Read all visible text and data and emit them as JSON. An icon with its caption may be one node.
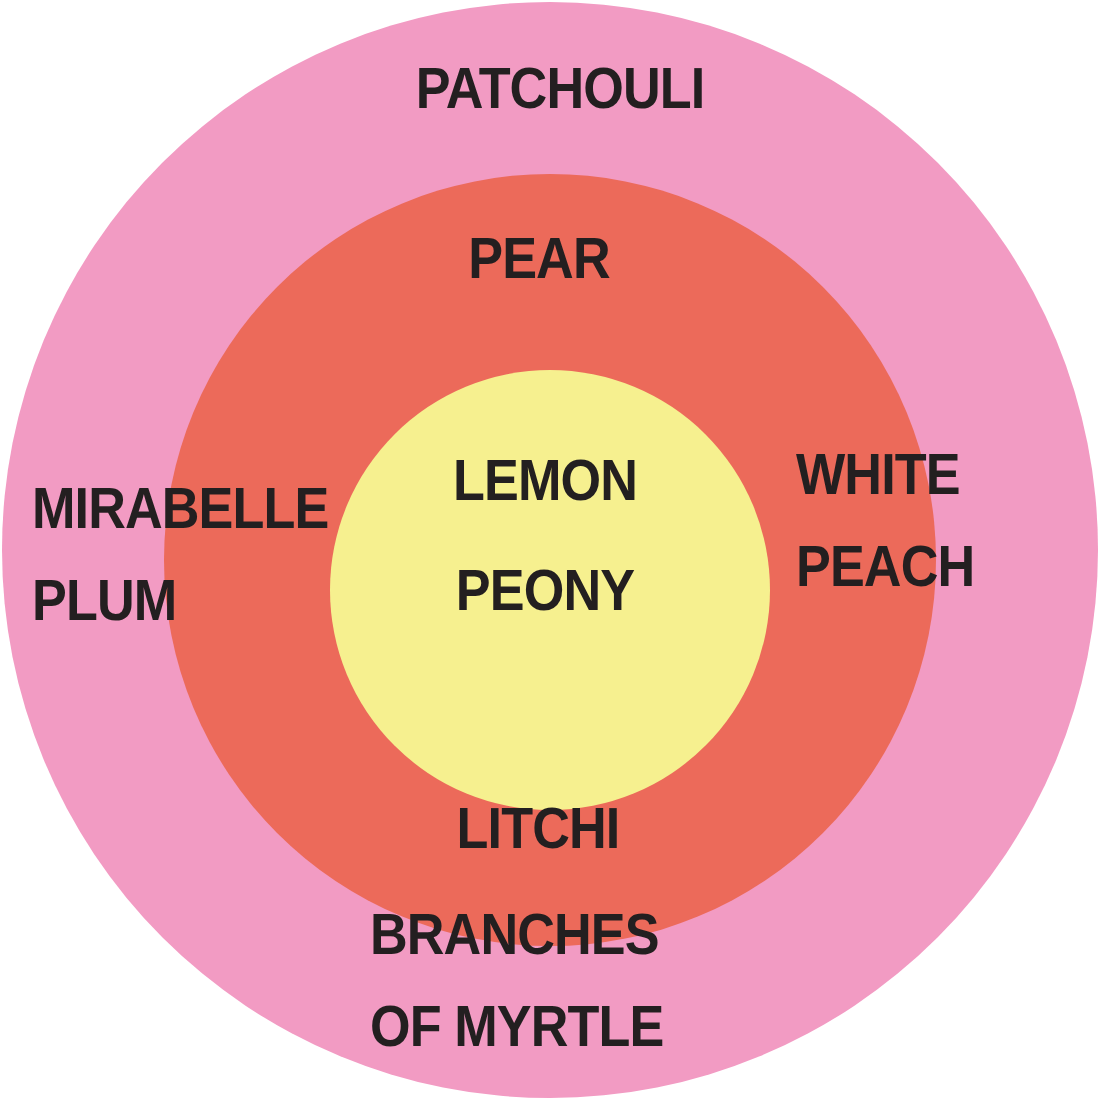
{
  "diagram": {
    "nodes": [
      {
        "text": [
          "PATCHOULI",
          "BRANCHES OF MYRTLE"
        ]
      },
      {
        "text": [
          "PEAR",
          "MIRABELLE PLUM",
          "WHITE PEACH",
          "LITCHI"
        ],
        "in": 0
      },
      {
        "text": [
          "LEMON",
          "PEONY"
        ],
        "in": 1
      }
    ]
  }
}
